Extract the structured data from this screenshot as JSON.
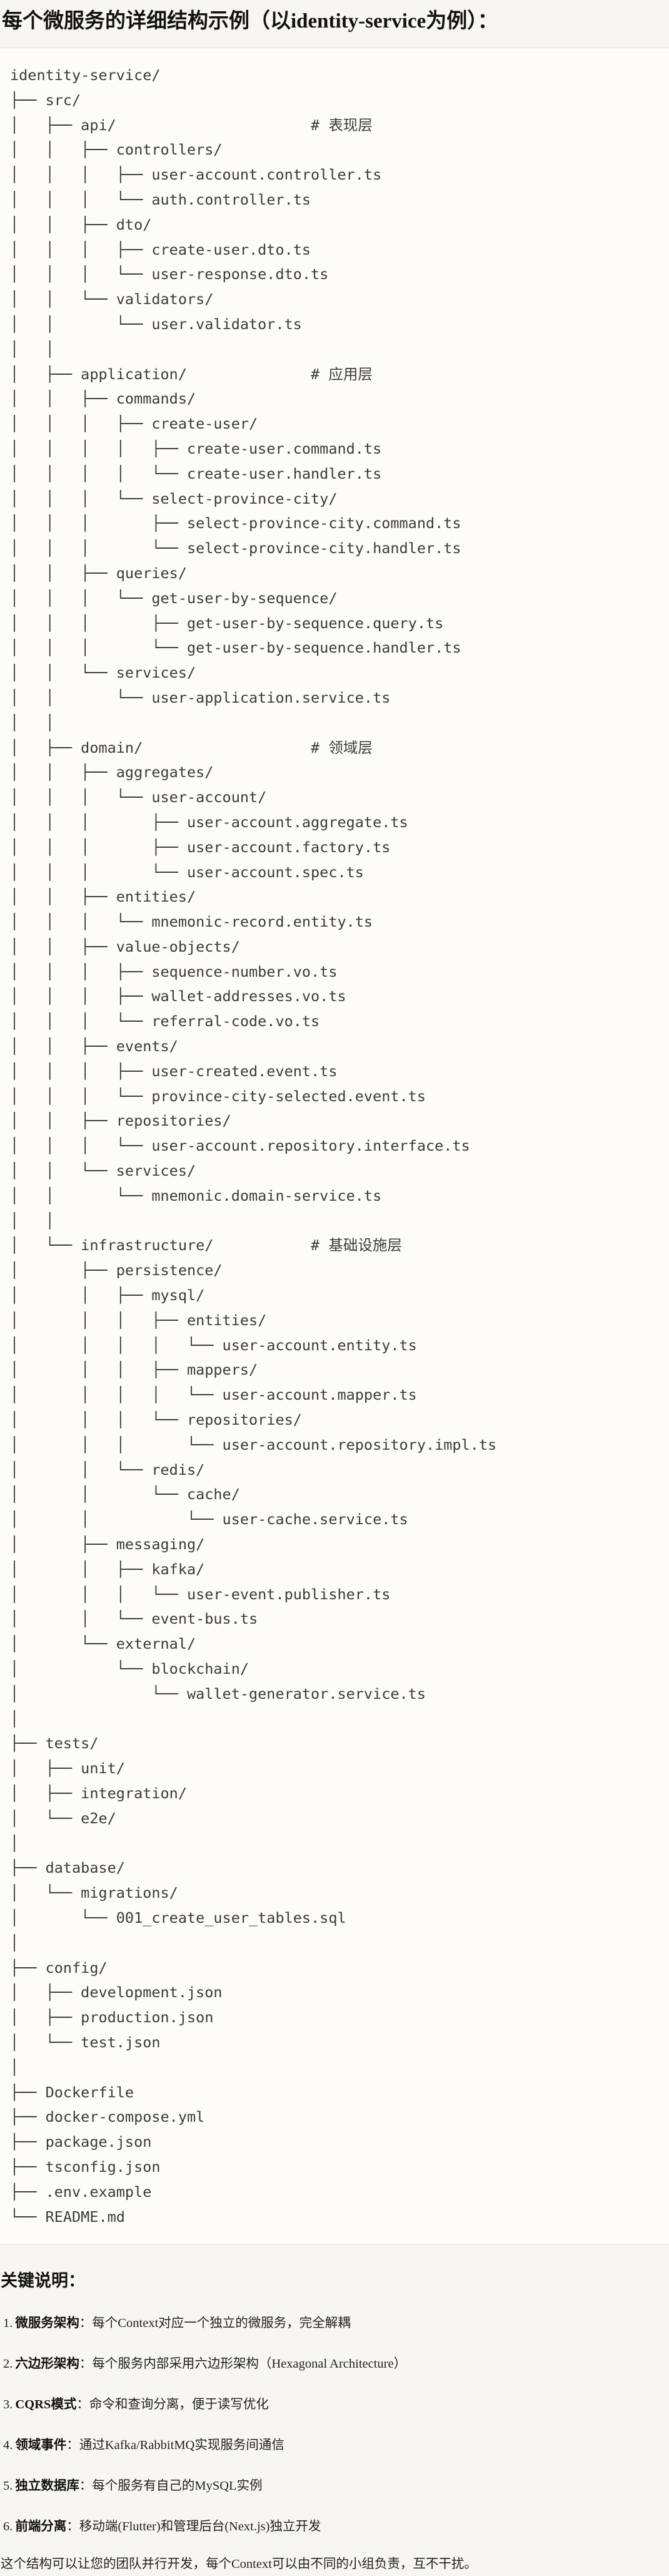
{
  "title": "每个微服务的详细结构示例（以identity-service为例）：",
  "code_block": {
    "lines": [
      "identity-service/",
      "├── src/",
      "│   ├── api/                      # 表现层",
      "│   │   ├── controllers/",
      "│   │   │   ├── user-account.controller.ts",
      "│   │   │   └── auth.controller.ts",
      "│   │   ├── dto/",
      "│   │   │   ├── create-user.dto.ts",
      "│   │   │   └── user-response.dto.ts",
      "│   │   └── validators/",
      "│   │       └── user.validator.ts",
      "│   │",
      "│   ├── application/              # 应用层",
      "│   │   ├── commands/",
      "│   │   │   ├── create-user/",
      "│   │   │   │   ├── create-user.command.ts",
      "│   │   │   │   └── create-user.handler.ts",
      "│   │   │   └── select-province-city/",
      "│   │   │       ├── select-province-city.command.ts",
      "│   │   │       └── select-province-city.handler.ts",
      "│   │   ├── queries/",
      "│   │   │   └── get-user-by-sequence/",
      "│   │   │       ├── get-user-by-sequence.query.ts",
      "│   │   │       └── get-user-by-sequence.handler.ts",
      "│   │   └── services/",
      "│   │       └── user-application.service.ts",
      "│   │",
      "│   ├── domain/                   # 领域层",
      "│   │   ├── aggregates/",
      "│   │   │   └── user-account/",
      "│   │   │       ├── user-account.aggregate.ts",
      "│   │   │       ├── user-account.factory.ts",
      "│   │   │       └── user-account.spec.ts",
      "│   │   ├── entities/",
      "│   │   │   └── mnemonic-record.entity.ts",
      "│   │   ├── value-objects/",
      "│   │   │   ├── sequence-number.vo.ts",
      "│   │   │   ├── wallet-addresses.vo.ts",
      "│   │   │   └── referral-code.vo.ts",
      "│   │   ├── events/",
      "│   │   │   ├── user-created.event.ts",
      "│   │   │   └── province-city-selected.event.ts",
      "│   │   ├── repositories/",
      "│   │   │   └── user-account.repository.interface.ts",
      "│   │   └── services/",
      "│   │       └── mnemonic.domain-service.ts",
      "│   │",
      "│   └── infrastructure/           # 基础设施层",
      "│       ├── persistence/",
      "│       │   ├── mysql/",
      "│       │   │   ├── entities/",
      "│       │   │   │   └── user-account.entity.ts",
      "│       │   │   ├── mappers/",
      "│       │   │   │   └── user-account.mapper.ts",
      "│       │   │   └── repositories/",
      "│       │   │       └── user-account.repository.impl.ts",
      "│       │   └── redis/",
      "│       │       └── cache/",
      "│       │           └── user-cache.service.ts",
      "│       ├── messaging/",
      "│       │   ├── kafka/",
      "│       │   │   └── user-event.publisher.ts",
      "│       │   └── event-bus.ts",
      "│       └── external/",
      "│           └── blockchain/",
      "│               └── wallet-generator.service.ts",
      "│",
      "├── tests/",
      "│   ├── unit/",
      "│   ├── integration/",
      "│   └── e2e/",
      "│",
      "├── database/",
      "│   └── migrations/",
      "│       └── 001_create_user_tables.sql",
      "│",
      "├── config/",
      "│   ├── development.json",
      "│   ├── production.json",
      "│   └── test.json",
      "│",
      "├── Dockerfile",
      "├── docker-compose.yml",
      "├── package.json",
      "├── tsconfig.json",
      "├── .env.example",
      "└── README.md"
    ]
  },
  "notes": {
    "heading": "关键说明：",
    "items": [
      {
        "num": "1.",
        "label": "微服务架构",
        "text": "：每个Context对应一个独立的微服务，完全解耦"
      },
      {
        "num": "2.",
        "label": "六边形架构",
        "text": "：每个服务内部采用六边形架构（Hexagonal Architecture）"
      },
      {
        "num": "3.",
        "label": "CQRS模式",
        "text": "：命令和查询分离，便于读写优化"
      },
      {
        "num": "4.",
        "label": "领域事件",
        "text": "：通过Kafka/RabbitMQ实现服务间通信"
      },
      {
        "num": "5.",
        "label": "独立数据库",
        "text": "：每个服务有自己的MySQL实例"
      },
      {
        "num": "6.",
        "label": "前端分离",
        "text": "：移动端(Flutter)和管理后台(Next.js)独立开发"
      }
    ],
    "footer": "这个结构可以让您的团队并行开发，每个Context可以由不同的小组负责，互不干扰。"
  },
  "colors": {
    "page_bg": "#f7f6f0",
    "code_bg": "#fdfcf8",
    "code_border": "#e6e3db",
    "tree_text": "#3c3b36",
    "heading_text": "#13120e"
  }
}
